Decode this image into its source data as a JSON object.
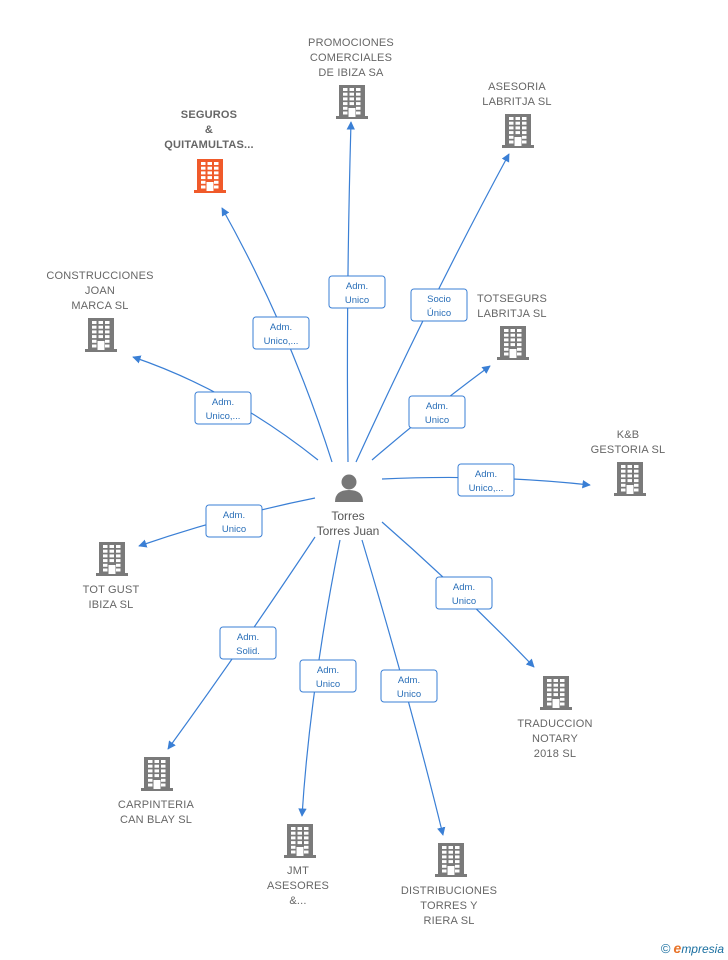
{
  "colors": {
    "edge": "#3a7fd5",
    "building": "#7a7a7a",
    "highlight": "#f05a2a",
    "person": "#777777"
  },
  "center": {
    "lines": [
      "Torres",
      "Torres Juan"
    ]
  },
  "nodes": [
    {
      "id": "promociones",
      "lines": [
        "PROMOCIONES",
        "COMERCIALES",
        "DE IBIZA SA"
      ],
      "highlight": false,
      "role": [
        "Adm.",
        "Unico"
      ]
    },
    {
      "id": "asesoria",
      "lines": [
        "ASESORIA",
        "LABRITJA  SL"
      ],
      "highlight": false,
      "role": [
        "Socio",
        "Único"
      ]
    },
    {
      "id": "seguros",
      "lines": [
        "SEGUROS",
        "&",
        "QUITAMULTAS..."
      ],
      "highlight": true,
      "role": [
        "Adm.",
        "Unico,..."
      ]
    },
    {
      "id": "construcciones",
      "lines": [
        "CONSTRUCCIONES",
        "JOAN",
        "MARCA  SL"
      ],
      "highlight": false,
      "role": [
        "Adm.",
        "Unico,..."
      ]
    },
    {
      "id": "totsegurs",
      "lines": [
        "TOTSEGURS",
        "LABRITJA SL"
      ],
      "highlight": false,
      "role": [
        "Adm.",
        "Unico"
      ]
    },
    {
      "id": "kb",
      "lines": [
        "K&B",
        "GESTORIA  SL"
      ],
      "highlight": false,
      "role": [
        "Adm.",
        "Unico,..."
      ]
    },
    {
      "id": "totgust",
      "lines": [
        "TOT GUST",
        "IBIZA SL"
      ],
      "highlight": false,
      "role": [
        "Adm.",
        "Unico"
      ]
    },
    {
      "id": "traduccion",
      "lines": [
        "TRADUCCION",
        "NOTARY",
        "2018  SL"
      ],
      "highlight": false,
      "role": [
        "Adm.",
        "Unico"
      ]
    },
    {
      "id": "carpinteria",
      "lines": [
        "CARPINTERIA",
        "CAN BLAY  SL"
      ],
      "highlight": false,
      "role": [
        "Adm.",
        "Solid."
      ]
    },
    {
      "id": "jmt",
      "lines": [
        "JMT",
        "ASESORES",
        "&..."
      ],
      "highlight": false,
      "role": [
        "Adm.",
        "Unico"
      ]
    },
    {
      "id": "distribuciones",
      "lines": [
        "DISTRIBUCIONES",
        "TORRES Y",
        "RIERA  SL"
      ],
      "highlight": false,
      "role": [
        "Adm.",
        "Unico"
      ]
    }
  ],
  "footer": {
    "copyright": "©",
    "brand_first": "e",
    "brand_rest": "mpresia"
  }
}
